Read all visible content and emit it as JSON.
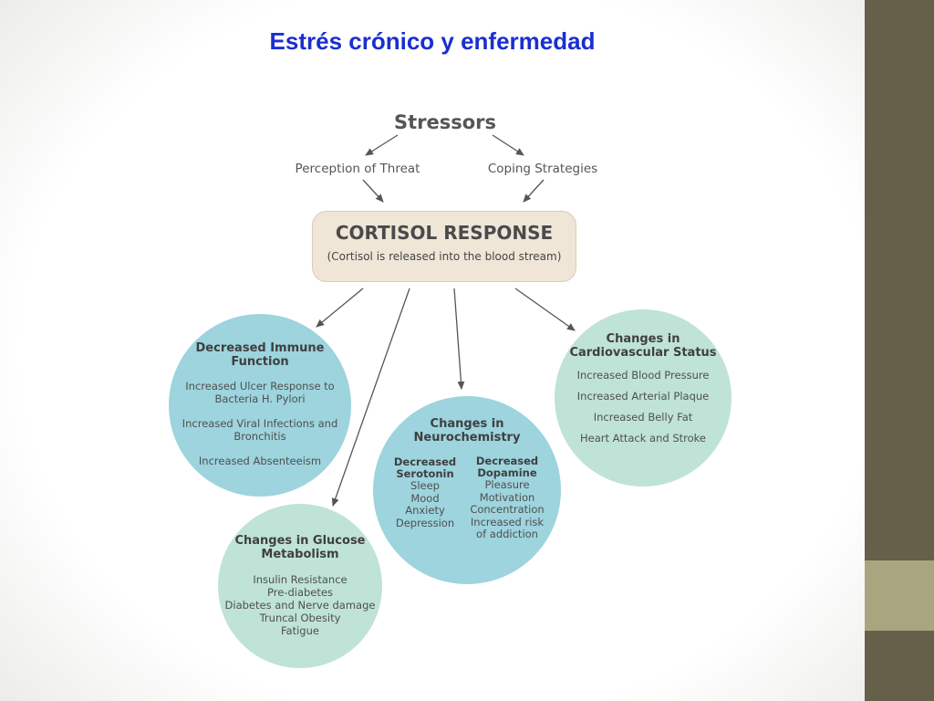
{
  "slide": {
    "title": "Estrés crónico y enfermedad"
  },
  "diagram": {
    "stressors": "Stressors",
    "perception": "Perception of Threat",
    "coping": "Coping Strategies",
    "cortisol": {
      "title": "CORTISOL RESPONSE",
      "subtitle": "(Cortisol is released into the blood stream)"
    },
    "immune": {
      "heading_1": "Decreased Immune",
      "heading_2": "Function",
      "items": [
        "Increased Ulcer Response to",
        "Bacteria H. Pylori",
        "Increased Viral Infections and",
        "Bronchitis",
        "Increased Absenteeism"
      ]
    },
    "cardio": {
      "heading_1": "Changes in",
      "heading_2": "Cardiovascular Status",
      "items": [
        "Increased Blood Pressure",
        "Increased Arterial Plaque",
        "Increased Belly Fat",
        "Heart Attack and Stroke"
      ]
    },
    "neuro": {
      "heading_1": "Changes in",
      "heading_2": "Neurochemistry",
      "left": {
        "head_1": "Decreased",
        "head_2": "Serotonin",
        "items": [
          "Sleep",
          "Mood",
          "Anxiety",
          "Depression"
        ]
      },
      "right": {
        "head_1": "Decreased",
        "head_2": "Dopamine",
        "items": [
          "Pleasure",
          "Motivation",
          "Concentration",
          "Increased risk",
          "of addiction"
        ]
      }
    },
    "glucose": {
      "heading_1": "Changes in Glucose",
      "heading_2": "Metabolism",
      "items": [
        "Insulin Resistance",
        "Pre-diabetes",
        "Diabetes and Nerve damage",
        "Truncal Obesity",
        "Fatigue"
      ]
    }
  },
  "colors": {
    "title": "#1a2fd0",
    "blue_circle": "#9dd4de",
    "green_circle": "#bfe3d6",
    "cortisol_box": "#efe6d8",
    "sidebar_dark": "#665f4a",
    "sidebar_accent": "#a9a57f"
  }
}
